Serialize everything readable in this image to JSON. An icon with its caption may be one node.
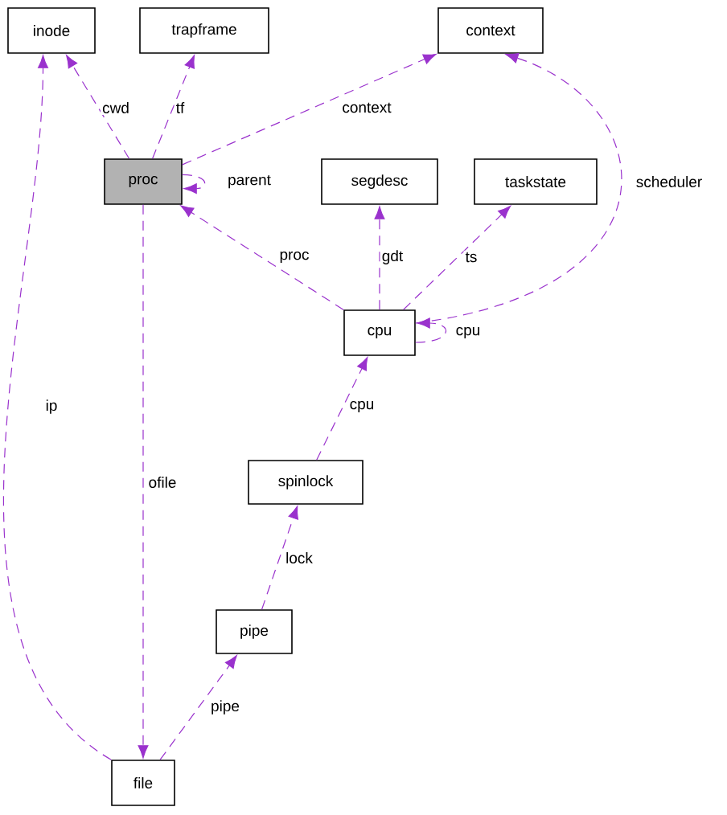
{
  "diagram": {
    "nodes": [
      {
        "text": [
          "inode"
        ]
      },
      {
        "text": [
          "trapframe"
        ]
      },
      {
        "text": [
          "context"
        ]
      },
      {
        "text": [
          "proc"
        ]
      },
      {
        "text": [
          "segdesc"
        ]
      },
      {
        "text": [
          "taskstate"
        ]
      },
      {
        "text": [
          "cpu"
        ]
      },
      {
        "text": [
          "spinlock"
        ]
      },
      {
        "text": [
          "pipe"
        ]
      },
      {
        "text": [
          "file"
        ]
      }
    ],
    "edges": [
      {
        "from": 3,
        "to": 0,
        "arrow": "to",
        "label": "cwd",
        "style": "dashed"
      },
      {
        "from": 3,
        "to": 1,
        "arrow": "to",
        "label": "tf",
        "style": "dashed"
      },
      {
        "from": 3,
        "to": 2,
        "arrow": "to",
        "label": "context",
        "style": "dashed"
      },
      {
        "from": 3,
        "to": 3,
        "arrow": "to",
        "label": "parent",
        "style": "dashed"
      },
      {
        "from": 6,
        "to": 3,
        "arrow": "to",
        "label": "proc",
        "style": "dashed"
      },
      {
        "from": 6,
        "to": 4,
        "arrow": "to",
        "label": "gdt",
        "style": "dashed"
      },
      {
        "from": 6,
        "to": 5,
        "arrow": "to",
        "label": "ts",
        "style": "dashed"
      },
      {
        "from": 6,
        "to": 2,
        "arrow": "to",
        "label": "scheduler",
        "style": "dashed"
      },
      {
        "from": 6,
        "to": 6,
        "arrow": "to",
        "label": "cpu",
        "style": "dashed"
      },
      {
        "from": 7,
        "to": 6,
        "arrow": "to",
        "label": "cpu",
        "style": "dashed"
      },
      {
        "from": 8,
        "to": 7,
        "arrow": "to",
        "label": "lock",
        "style": "dashed"
      },
      {
        "from": 9,
        "to": 8,
        "arrow": "to",
        "label": "pipe",
        "style": "dashed"
      },
      {
        "from": 9,
        "to": 0,
        "arrow": "to",
        "label": "ip",
        "style": "dashed"
      },
      {
        "from": 3,
        "to": 9,
        "arrow": "to",
        "label": "ofile",
        "style": "dashed"
      }
    ]
  }
}
